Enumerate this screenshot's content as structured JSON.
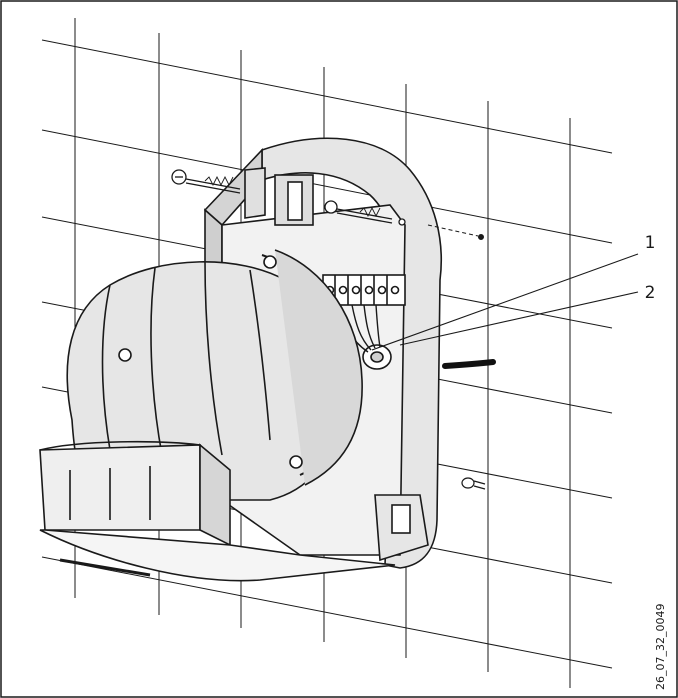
{
  "diagram": {
    "callouts": [
      {
        "id": "1",
        "label": "1"
      },
      {
        "id": "2",
        "label": "2"
      }
    ],
    "drawing_code": "26_07_32_0049",
    "colors": {
      "line": "#1a1a1a",
      "part_fill": "#e6e6e6",
      "part_shade": "#cfcfcf",
      "cable": "#111111"
    }
  }
}
